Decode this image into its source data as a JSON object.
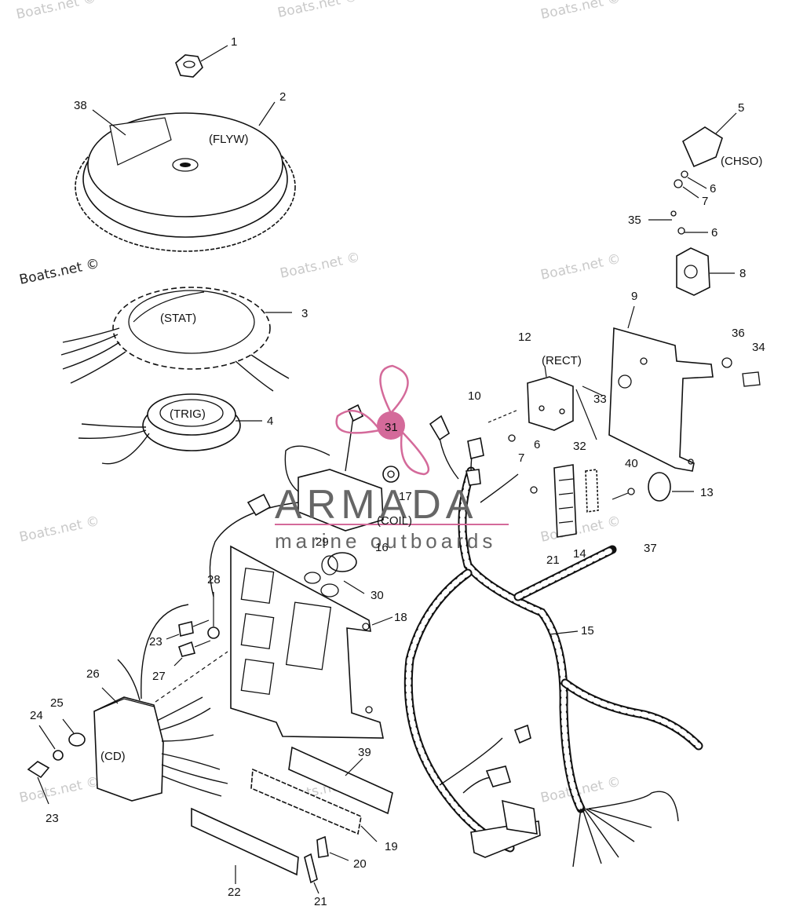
{
  "watermarks": {
    "site": "Boats.net ©"
  },
  "brand": {
    "name": "ARMADA",
    "tagline": "marine outboards",
    "accent_color": "#d46a9a"
  },
  "part_codes": {
    "flyw": "(FLYW)",
    "stat": "(STAT)",
    "trig": "(TRIG)",
    "coil": "(COIL)",
    "rect": "(RECT)",
    "chso": "(CHSO)",
    "cd": "(CD)"
  },
  "callouts": {
    "n1": "1",
    "n2": "2",
    "n3": "3",
    "n4": "4",
    "n5": "5",
    "n6a": "6",
    "n6b": "6",
    "n6c": "6",
    "n7a": "7",
    "n7b": "7",
    "n8": "8",
    "n9": "9",
    "n10": "10",
    "n12": "12",
    "n13": "13",
    "n14": "14",
    "n15": "15",
    "n16": "16",
    "n17": "17",
    "n18": "18",
    "n19": "19",
    "n20": "20",
    "n21a": "21",
    "n21b": "21",
    "n22": "22",
    "n23a": "23",
    "n23b": "23",
    "n24": "24",
    "n25": "25",
    "n26": "26",
    "n27": "27",
    "n28": "28",
    "n29": "29",
    "n30": "30",
    "n31": "31",
    "n32": "32",
    "n33": "33",
    "n34": "34",
    "n35": "35",
    "n36": "36",
    "n37": "37",
    "n38": "38",
    "n39": "39",
    "n40": "40"
  }
}
